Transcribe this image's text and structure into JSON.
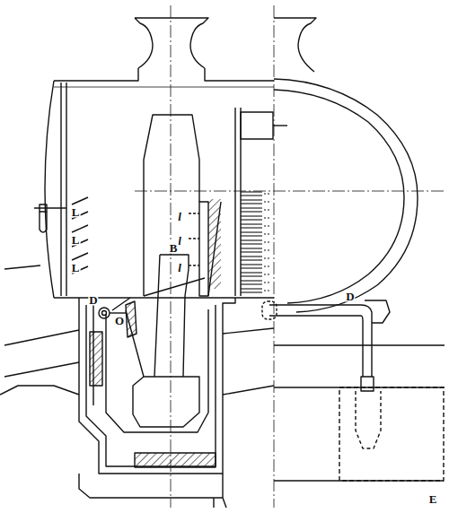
{
  "diagram": {
    "labels": [
      "L",
      "L",
      "L",
      "l",
      "l",
      "l",
      "B",
      "D",
      "O",
      "D",
      "E"
    ]
  }
}
